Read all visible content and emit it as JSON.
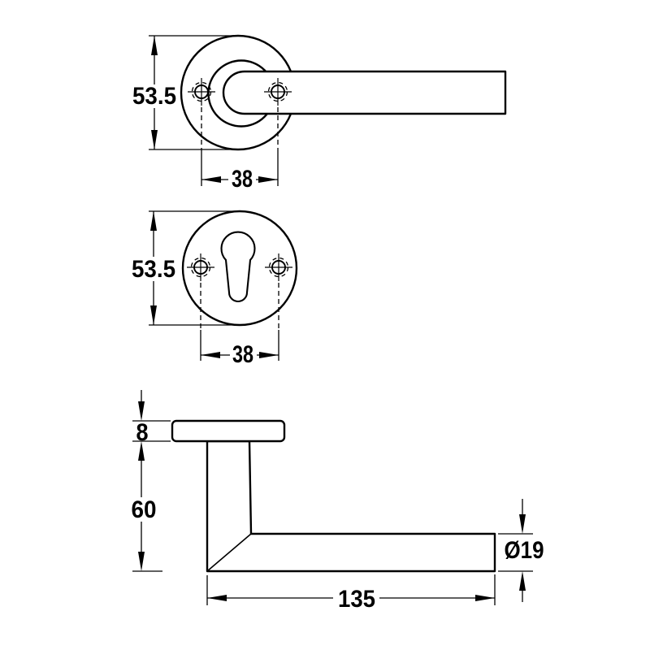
{
  "drawing": {
    "background_color": "#ffffff",
    "line_color": "#000000",
    "views": {
      "handle_front": {
        "rose_diameter": "53.5",
        "screw_spacing": "38"
      },
      "escutcheon_front": {
        "rose_diameter": "53.5",
        "screw_spacing": "38"
      },
      "handle_side": {
        "rose_thickness": "8",
        "projection": "60",
        "lever_length": "135",
        "grip_diameter": "Ø19"
      }
    }
  }
}
